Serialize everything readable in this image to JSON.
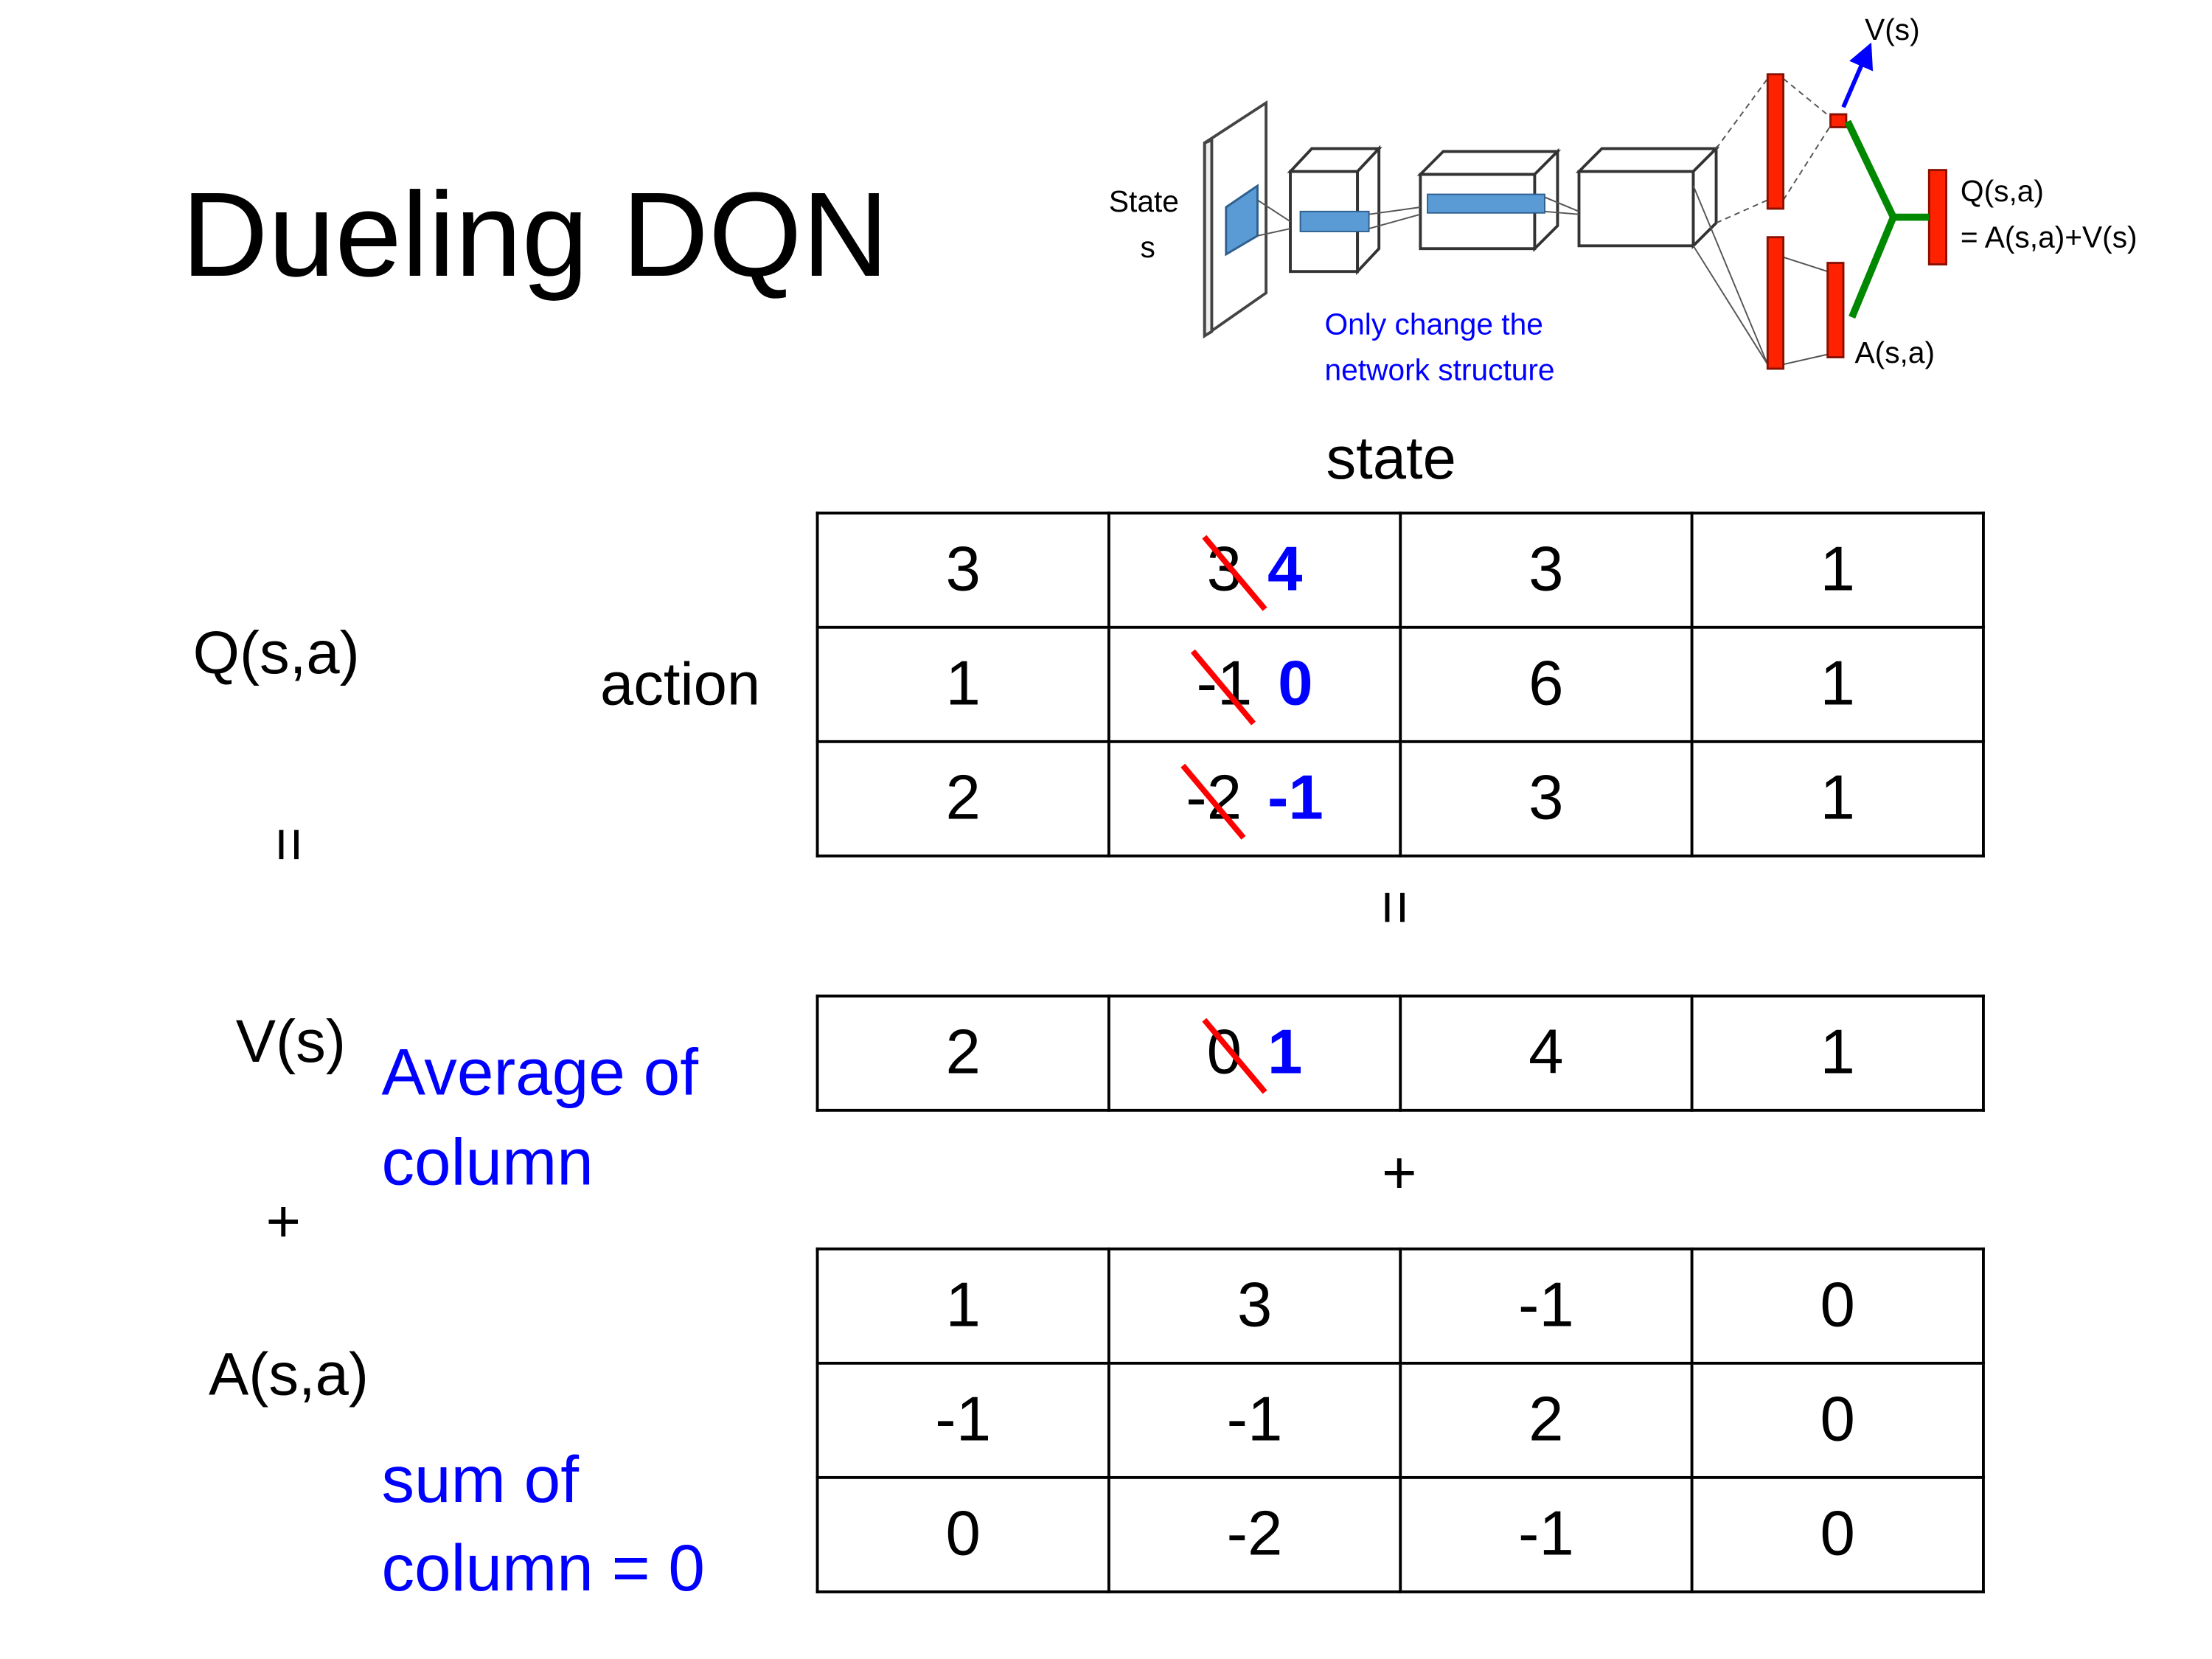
{
  "title": "Dueling DQN",
  "diagram": {
    "state_label": "State",
    "state_var": "s",
    "v_label": "V(s)",
    "q_label": "Q(s,a)",
    "q_formula": "= A(s,a)+V(s)",
    "a_label": "A(s,a)",
    "note_line1": "Only change the",
    "note_line2": "network structure",
    "colors": {
      "layer": "#ff2200",
      "conv": "#5b9bd5",
      "merge": "#008800",
      "value_arrow": "#0000ff"
    }
  },
  "labels": {
    "state": "state",
    "action": "action",
    "q": "Q(s,a)",
    "equals": "=",
    "v": "V(s)",
    "plus": "+",
    "a": "A(s,a)",
    "avg_line1": "Average of",
    "avg_line2": "column",
    "sum_line1": "sum of",
    "sum_line2": "column = 0"
  },
  "tables": {
    "q": [
      [
        {
          "v": "3"
        },
        {
          "v": "3",
          "new": "4"
        },
        {
          "v": "3"
        },
        {
          "v": "1"
        }
      ],
      [
        {
          "v": "1"
        },
        {
          "v": "-1",
          "new": "0"
        },
        {
          "v": "6"
        },
        {
          "v": "1"
        }
      ],
      [
        {
          "v": "2"
        },
        {
          "v": "-2",
          "new": "-1"
        },
        {
          "v": "3"
        },
        {
          "v": "1"
        }
      ]
    ],
    "v": [
      [
        {
          "v": "2"
        },
        {
          "v": "0",
          "new": "1"
        },
        {
          "v": "4"
        },
        {
          "v": "1"
        }
      ]
    ],
    "a": [
      [
        {
          "v": "1"
        },
        {
          "v": "3"
        },
        {
          "v": "-1"
        },
        {
          "v": "0"
        }
      ],
      [
        {
          "v": "-1"
        },
        {
          "v": "-1"
        },
        {
          "v": "2"
        },
        {
          "v": "0"
        }
      ],
      [
        {
          "v": "0"
        },
        {
          "v": "-2"
        },
        {
          "v": "-1"
        },
        {
          "v": "0"
        }
      ]
    ]
  }
}
